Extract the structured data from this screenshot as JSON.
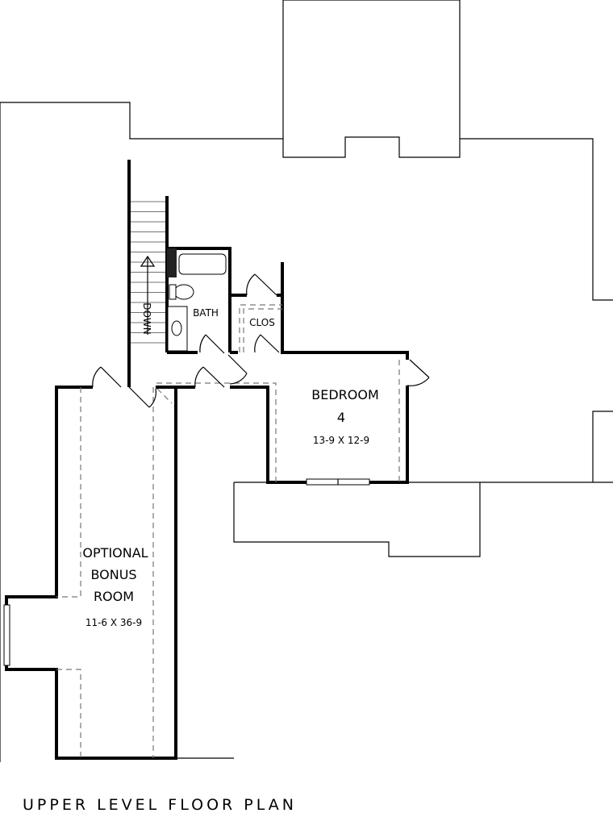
{
  "plan_title": "UPPER LEVEL FLOOR PLAN",
  "rooms": {
    "bonus": {
      "line1": "OPTIONAL",
      "line2": "BONUS",
      "line3": "ROOM",
      "size": "11-6 X 36-9"
    },
    "bedroom": {
      "line1": "BEDROOM",
      "line2": "4",
      "size": "13-9 X 12-9"
    },
    "bath": {
      "label": "BATH"
    },
    "closet": {
      "label": "CLOS"
    }
  },
  "stairs": {
    "label": "DOWN"
  }
}
